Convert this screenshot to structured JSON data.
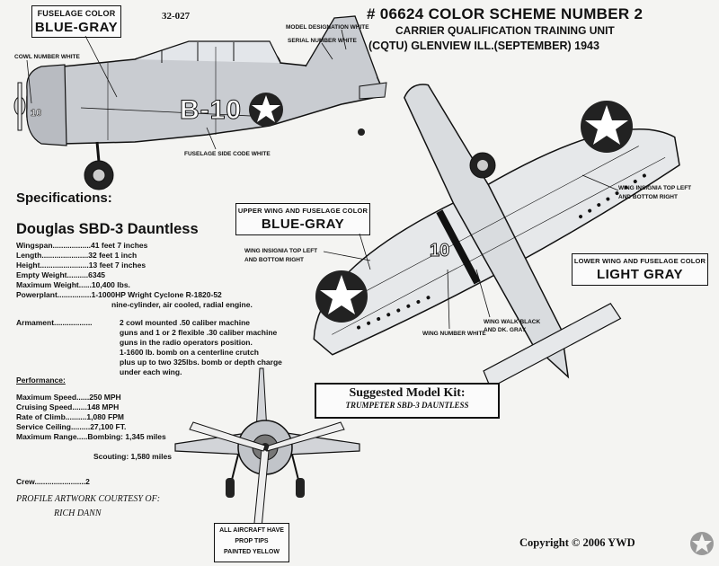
{
  "doc_number": "32-027",
  "header": {
    "line1": "# 06624 COLOR SCHEME NUMBER 2",
    "line2": "CARRIER QUALIFICATION TRAINING UNIT",
    "line3": "(CQTU) GLENVIEW ILL.(SEPTEMBER) 1943"
  },
  "fuselage_color_box": {
    "label": "FUSELAGE COLOR",
    "value": "BLUE-GRAY"
  },
  "upper_wing_box": {
    "label": "UPPER WING AND FUSELAGE COLOR",
    "value": "BLUE-GRAY"
  },
  "lower_wing_box": {
    "label": "LOWER WING AND FUSELAGE COLOR",
    "value": "LIGHT GRAY"
  },
  "callouts": {
    "model_designation": "MODEL DESIGNATION WHITE",
    "serial_number": "SERIAL NUMBER WHITE",
    "cowl_number": "COWL NUMBER WHITE",
    "fuselage_side_code": "FUSELAGE SIDE CODE WHITE",
    "wing_insignia_upper": [
      "WING INSIGNIA TOP LEFT",
      "AND BOTTOM RIGHT"
    ],
    "wing_insignia_lower": [
      "WING INSIGNIA TOP LEFT",
      "AND BOTTOM RIGHT"
    ],
    "wing_number": "WING NUMBER WHITE",
    "wing_walk": [
      "WING WALK BLACK",
      "AND DK. GRAY"
    ],
    "prop_tips": [
      "ALL AIRCRAFT HAVE",
      "PROP TIPS",
      "PAINTED YELLOW"
    ]
  },
  "side_code": "B-10",
  "cowl_code": "10",
  "wing_code": "10",
  "specs": {
    "heading": "Specifications:",
    "aircraft": "Douglas SBD-3 Dauntless",
    "rows": [
      "Wingspan..................41 feet 7 inches",
      "Length......................32 feet 1 inch",
      "Height.......................13 feet 7 inches",
      "Empty Weight..........6345",
      "Maximum Weight......10,400 lbs.",
      "Powerplant................1-1000HP Wright Cyclone R-1820-52",
      "nine-cylinder, air cooled, radial engine."
    ],
    "armament_label": "Armament..................",
    "armament_lines": [
      "2 cowl mounted .50 caliber machine",
      "guns and 1 or 2 flexible .30 caliber machine",
      "guns in the radio operators position.",
      "1-1600 lb. bomb on a centerline crutch",
      "plus up to two 325lbs. bomb or depth charge",
      "under each wing."
    ],
    "performance_heading": "Performance:",
    "performance_rows": [
      "Maximum Speed......250 MPH",
      "Cruising Speed.......148 MPH",
      "Rate of Climb..........1,080 FPM",
      "Service Ceiling.........27,100 FT.",
      "Maximum Range.....Bombing: 1,345 miles"
    ],
    "scouting": "Scouting: 1,580 miles",
    "crew": "Crew........................2"
  },
  "artwork_credit": [
    "PROFILE ARTWORK COURTESY OF:",
    "RICH DANN"
  ],
  "kit": {
    "title": "Suggested Model Kit:",
    "name": "TRUMPETER SBD-3 DAUNTLESS"
  },
  "copyright": "Copyright © 2006 YWD"
}
